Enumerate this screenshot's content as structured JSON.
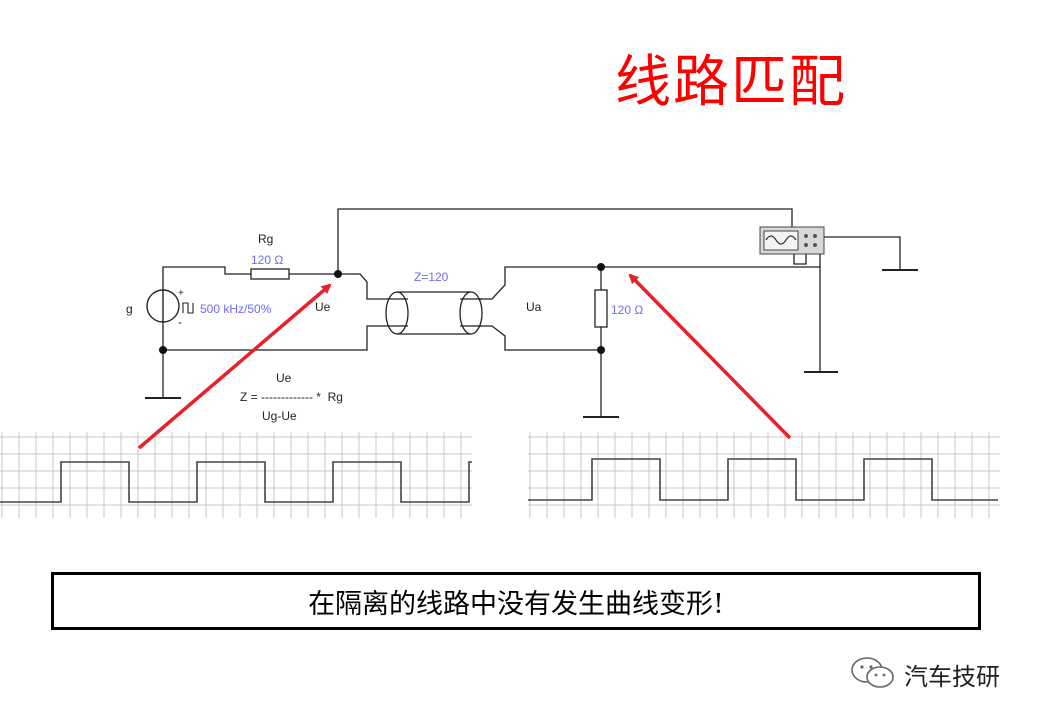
{
  "title": "线路匹配",
  "circuit": {
    "rg_label": "Rg",
    "rg_value": "120 Ω",
    "source_value": "500 kHz/50%",
    "source_partial": "g",
    "plus": "+",
    "minus": "-",
    "ue_label": "Ue",
    "line_label": "Z=120",
    "ua_label": "Ua",
    "load_value": "120 Ω",
    "formula_num": "Ue",
    "formula_line": "Z = ------------- *  Rg",
    "formula_den": "Ug-Ue"
  },
  "caption": "在隔离的线路中没有发生曲线变形!",
  "brand": "汽车技研",
  "colors": {
    "title": "#ff0000",
    "arrow": "#e8202a",
    "component_value": "#6d6df0",
    "grid": "#c8c8c8",
    "trace": "#444444"
  },
  "waveforms": [
    {
      "name": "Ue",
      "periods": 3.5,
      "high_fraction": 0.5
    },
    {
      "name": "Ua",
      "periods": 3.5,
      "high_fraction": 0.5
    }
  ]
}
